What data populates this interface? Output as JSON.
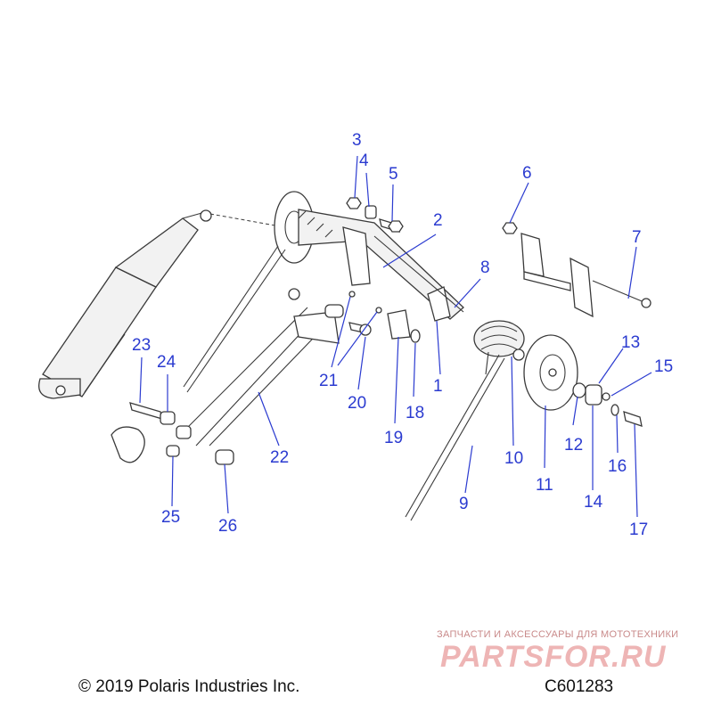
{
  "callouts": [
    {
      "num": "1"
    },
    {
      "num": "2"
    },
    {
      "num": "3"
    },
    {
      "num": "4"
    },
    {
      "num": "5"
    },
    {
      "num": "6"
    },
    {
      "num": "7"
    },
    {
      "num": "8"
    },
    {
      "num": "9"
    },
    {
      "num": "10"
    },
    {
      "num": "11"
    },
    {
      "num": "12"
    },
    {
      "num": "13"
    },
    {
      "num": "14"
    },
    {
      "num": "15"
    },
    {
      "num": "16"
    },
    {
      "num": "17"
    },
    {
      "num": "18"
    },
    {
      "num": "19"
    },
    {
      "num": "20"
    },
    {
      "num": "21"
    },
    {
      "num": "22"
    },
    {
      "num": "23"
    },
    {
      "num": "24"
    },
    {
      "num": "25"
    },
    {
      "num": "26"
    }
  ],
  "footer": {
    "copyright": "© 2019 Polaris Industries Inc.",
    "diagram_code": "C601283"
  },
  "watermark": {
    "tagline": "ЗАПЧАСТИ И АКСЕССУАРЫ ДЛЯ МОТОТЕХНИКИ",
    "logo": "PARTSFOR.RU"
  },
  "colors": {
    "callout": "#2b3bd0",
    "line": "#3a3a3a",
    "watermark": "#e07878"
  }
}
